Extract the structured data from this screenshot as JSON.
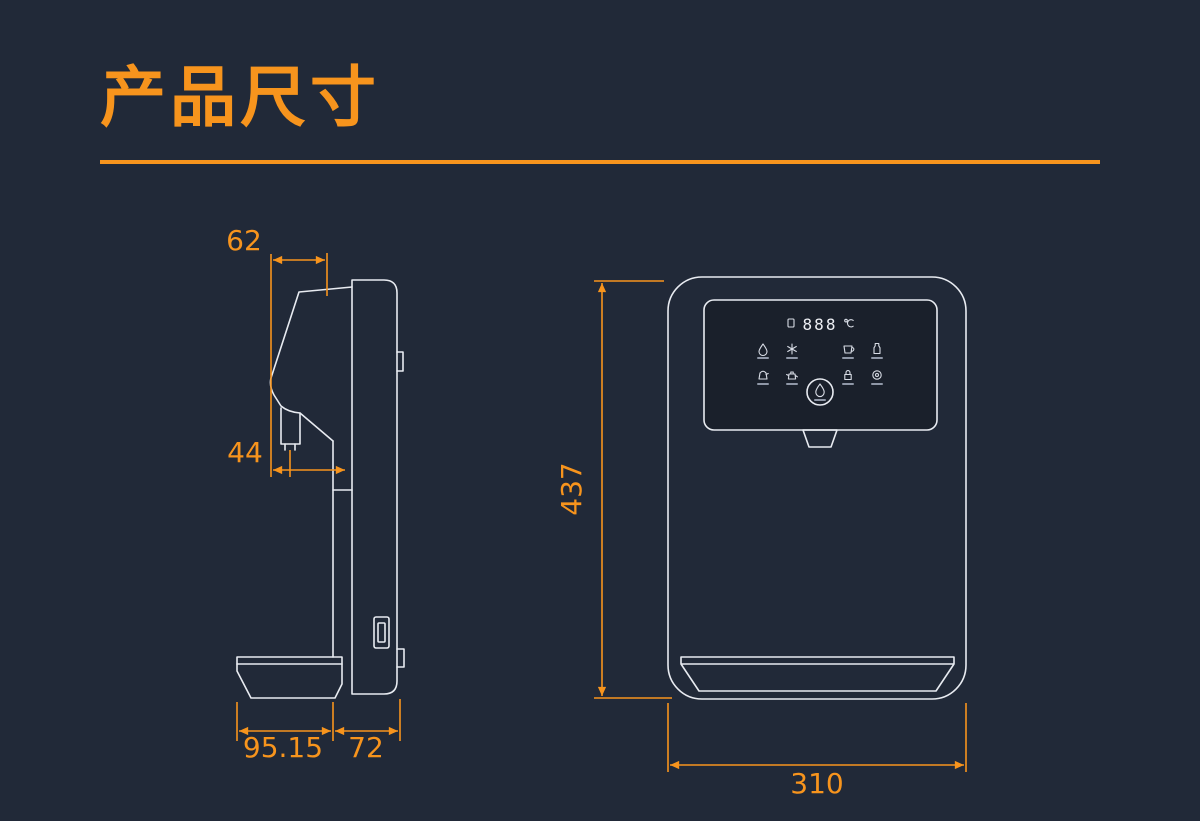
{
  "page": {
    "title": "产品尺寸",
    "accent_color": "#F7941D",
    "background_color": "#212938",
    "drawing_line_color": "#E8EBF1"
  },
  "side_view": {
    "name": "side view technical drawing",
    "dimensions": {
      "head_depth": "62",
      "spout_setback": "44",
      "tray_depth": "95.15",
      "body_depth": "72"
    }
  },
  "front_view": {
    "name": "front view technical drawing",
    "dimensions": {
      "height": "437",
      "width": "310"
    },
    "display_panel": {
      "digits": "888",
      "icons": [
        "water-drop-icon",
        "snowflake-icon",
        "tea-cup-icon",
        "baby-bottle-icon",
        "kettle-icon",
        "teapot-icon",
        "child-lock-icon",
        "filter-icon",
        "dispense-button-icon"
      ]
    }
  }
}
